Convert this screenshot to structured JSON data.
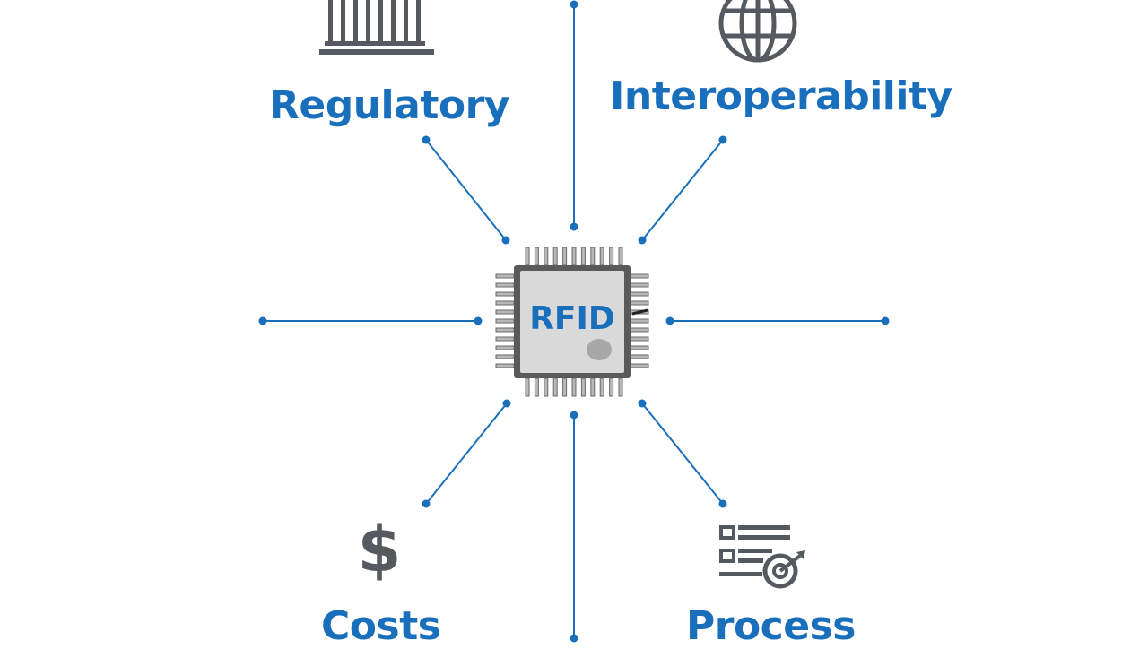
{
  "center": {
    "label": "RFID",
    "icon": "rfid-chip-icon"
  },
  "nodes": [
    {
      "key": "regulatory",
      "label": "Regulatory",
      "icon": "building-columns-icon"
    },
    {
      "key": "interoperability",
      "label": "Interoperability",
      "icon": "globe-icon"
    },
    {
      "key": "costs",
      "label": "Costs",
      "icon": "dollar-sign-icon"
    },
    {
      "key": "process",
      "label": "Process",
      "icon": "checklist-target-icon"
    }
  ],
  "colors": {
    "accent": "#1a6fbd",
    "icon": "#555a60",
    "chip_body": "#d9d9d9",
    "chip_border": "#5a5a5a",
    "background": "#ffffff"
  }
}
